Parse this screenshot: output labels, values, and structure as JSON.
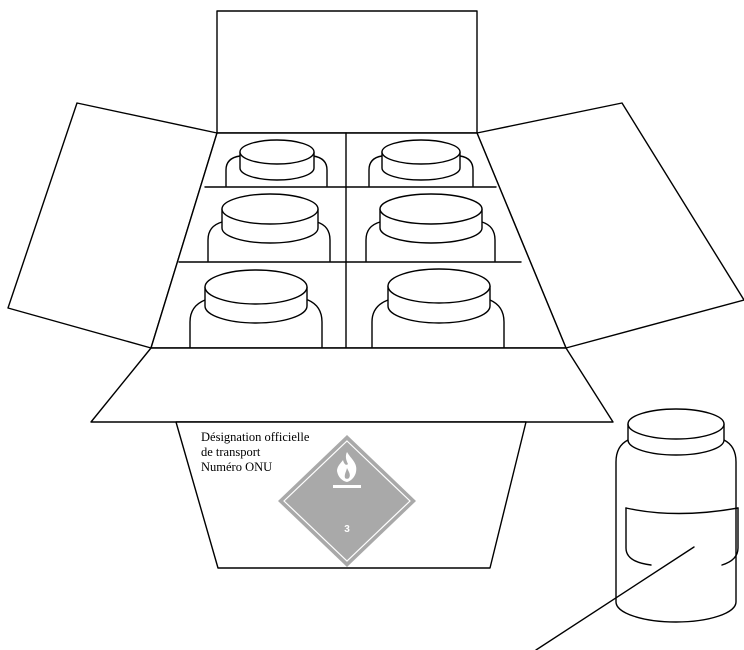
{
  "box_marking": {
    "line1": "Désignation officielle",
    "line2": "de transport",
    "line3": "Numéro ONU"
  },
  "hazard_label": {
    "icon": "flame-icon",
    "class_number": "3",
    "color": "#a9a9a9"
  }
}
